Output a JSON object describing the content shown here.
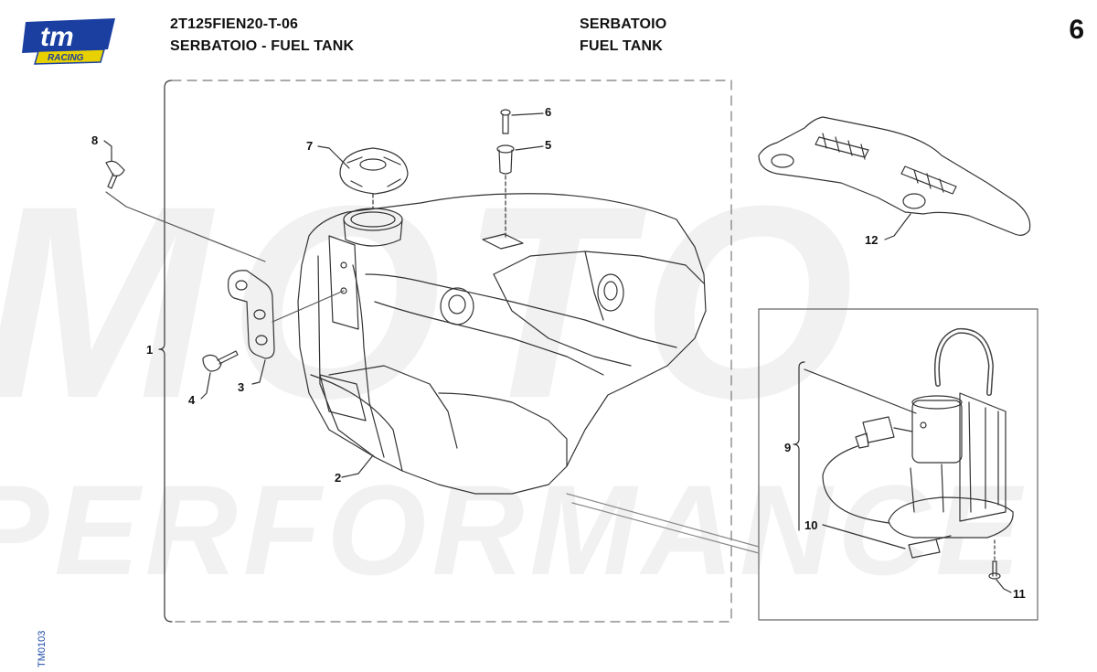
{
  "header": {
    "logo_text": "tm",
    "logo_subtext": "RACING",
    "code": "2T125FIEN20-T-06",
    "title_combined": "SERBATOIO - FUEL TANK",
    "title_it": "SERBATOIO",
    "title_en": "FUEL TANK",
    "page_number": "6"
  },
  "watermark": {
    "line1": "MOTO",
    "line2": "PERFORMANCE"
  },
  "doc_id": "TM0103",
  "callouts": {
    "c1": "1",
    "c2": "2",
    "c3": "3",
    "c4": "4",
    "c5": "5",
    "c6": "6",
    "c7": "7",
    "c8": "8",
    "c9": "9",
    "c10": "10",
    "c11": "11",
    "c12": "12"
  },
  "colors": {
    "logo_blue": "#1a3fa0",
    "logo_accent": "#e8d100",
    "line": "#333333",
    "watermark": "#f1f1f1"
  }
}
